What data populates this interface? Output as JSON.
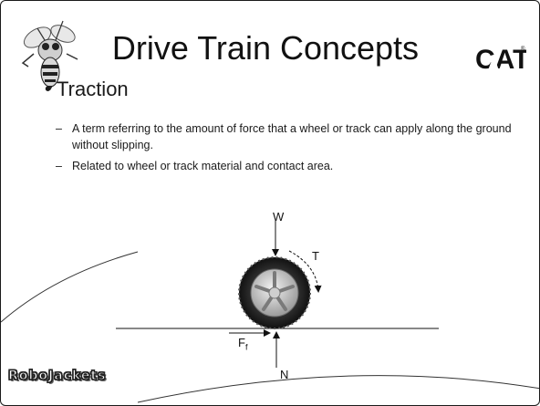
{
  "slide": {
    "title": "Drive Train Concepts",
    "bullet": "Traction",
    "subpoints": [
      "A term referring to the amount of force that a wheel or track can apply along the ground without slipping.",
      "Related to wheel or track material and contact area."
    ]
  },
  "diagram": {
    "labels": {
      "weight": "W",
      "torque": "T",
      "normal": "N",
      "friction": "F",
      "friction_subscript": "f"
    }
  },
  "logos": {
    "top_left": "bee-mascot-icon",
    "top_right": "CAT",
    "bottom_left": "RoboJackets"
  }
}
